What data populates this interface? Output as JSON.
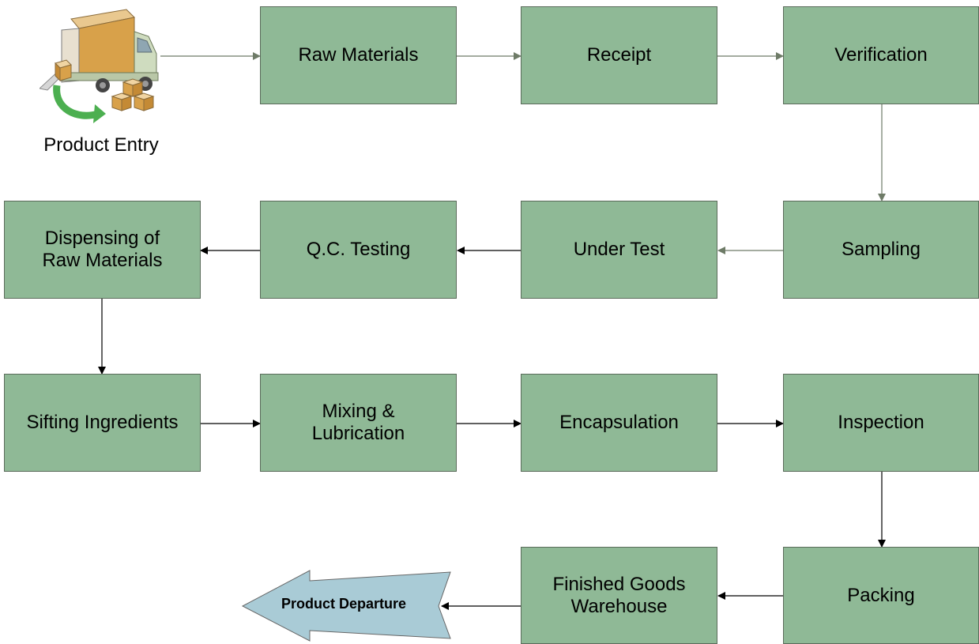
{
  "diagram": {
    "entry": {
      "label": "Product Entry",
      "icon": "delivery-truck-icon"
    },
    "departure": {
      "label": "Product Departure",
      "color": "#a9cbd6"
    },
    "box_color": "#8fb996",
    "steps": [
      {
        "id": "raw-materials",
        "label": "Raw Materials"
      },
      {
        "id": "receipt",
        "label": "Receipt"
      },
      {
        "id": "verification",
        "label": "Verification"
      },
      {
        "id": "sampling",
        "label": "Sampling"
      },
      {
        "id": "under-test",
        "label": "Under Test"
      },
      {
        "id": "qc-testing",
        "label": "Q.C. Testing"
      },
      {
        "id": "dispensing",
        "label": "Dispensing of\nRaw Materials"
      },
      {
        "id": "sifting",
        "label": "Sifting Ingredients"
      },
      {
        "id": "mixing",
        "label": "Mixing &\nLubrication"
      },
      {
        "id": "encapsulation",
        "label": "Encapsulation"
      },
      {
        "id": "inspection",
        "label": "Inspection"
      },
      {
        "id": "packing",
        "label": "Packing"
      },
      {
        "id": "finished-goods",
        "label": "Finished Goods\nWarehouse"
      }
    ]
  }
}
